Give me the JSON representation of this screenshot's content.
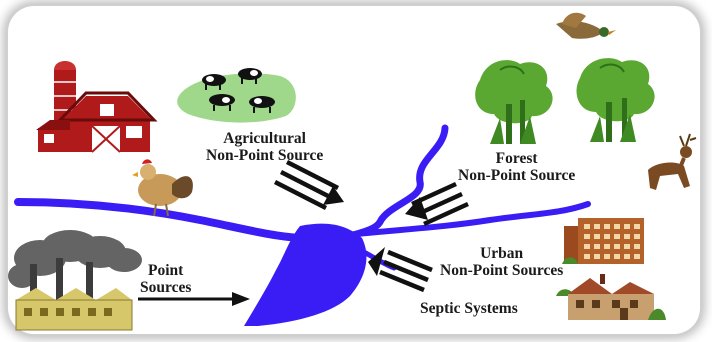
{
  "labels": {
    "agricultural": {
      "line1": "Agricultural",
      "line2": "Non-Point Source"
    },
    "forest": {
      "line1": "Forest",
      "line2": "Non-Point Source"
    },
    "urban": {
      "line1": "Urban",
      "line2": "Non-Point Sources"
    },
    "point": {
      "line1": "Point",
      "line2": "Sources"
    },
    "septic": {
      "text": "Septic Systems"
    }
  },
  "colors": {
    "water": "#3a1df5",
    "barn": "#b01a1a",
    "tree": "#5aa832",
    "cow_field": "#9fd88a",
    "smoke": "#5c5c5c",
    "factory": "#d6c76a",
    "apartment": "#b5622a",
    "house": "#a04a2a",
    "arrow": "#111111"
  },
  "icons": [
    "silo-icon",
    "barn-icon",
    "cows-icon",
    "rooster-icon",
    "duck-icon",
    "trees-icon",
    "deer-icon",
    "factory-icon",
    "apartment-icon",
    "house-icon"
  ]
}
